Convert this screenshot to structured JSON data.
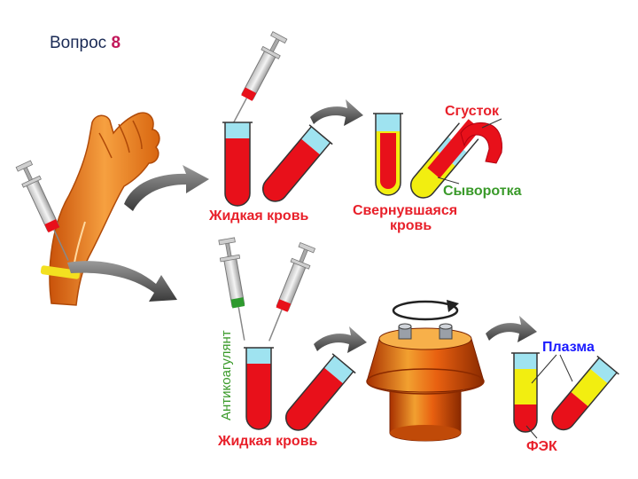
{
  "title": {
    "prefix": "Вопрос",
    "number": "8"
  },
  "labels": {
    "clot": "Сгусток",
    "serum": "Сыворотка",
    "liquid_blood_top": "Жидкая кровь",
    "clotted_blood_line1": "Свернувшаяся",
    "clotted_blood_line2": "кровь",
    "anticoagulant": "Антикоагулянт",
    "liquid_blood_bottom": "Жидкая кровь",
    "plasma": "Плазма",
    "rbc": "ФЭК"
  },
  "colors": {
    "blood": "#e8101a",
    "serum": "#f2ee10",
    "air": "#9fe3f0",
    "arm": "#f08a20",
    "centrifuge": "#e85a10",
    "arrow": "#555555",
    "label_red": "#e8202a",
    "label_blue": "#1a1aff",
    "label_green": "#3a9a2a",
    "anticoagulant_drop": "#2e9a2e"
  }
}
